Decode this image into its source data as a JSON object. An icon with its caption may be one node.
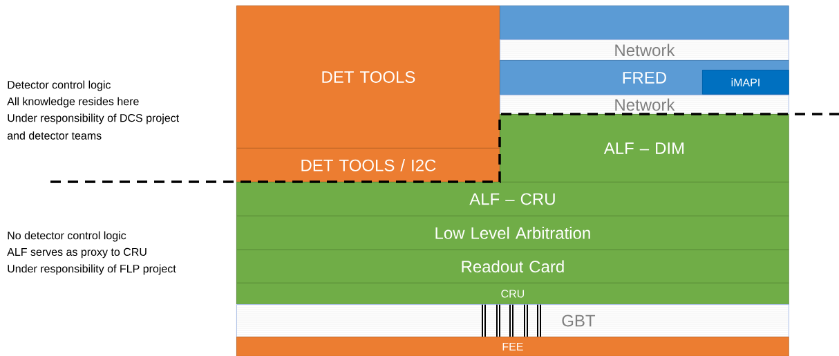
{
  "diagram": {
    "nodes": [
      {
        "text": [
          "DET TOOLS"
        ]
      },
      {
        "text": [
          "DET TOOLS / I2C"
        ]
      },
      {
        "text": [],
        "shape": "box"
      },
      {
        "text": [
          "Network"
        ]
      },
      {
        "text": [
          "FRED"
        ]
      },
      {
        "text": [
          "iMAPI"
        ],
        "in": 4
      },
      {
        "text": [
          "Network"
        ]
      },
      {
        "text": [
          "ALF – DIM"
        ]
      },
      {
        "text": [
          "ALF – CRU"
        ]
      },
      {
        "text": [
          "Low Level Arbitration"
        ]
      },
      {
        "text": [
          "Readout Card"
        ]
      },
      {
        "text": [
          "CRU"
        ]
      },
      {
        "text": [
          "GBT"
        ]
      },
      {
        "text": [
          "FEE"
        ]
      }
    ],
    "labels": [
      "Detector control logic",
      "All knowledge resides here",
      "Under responsibility of DCS project",
      "and detector teams",
      "No detector control logic",
      "ALF serves as proxy to CRU",
      "Under responsibility of FLP project"
    ]
  }
}
